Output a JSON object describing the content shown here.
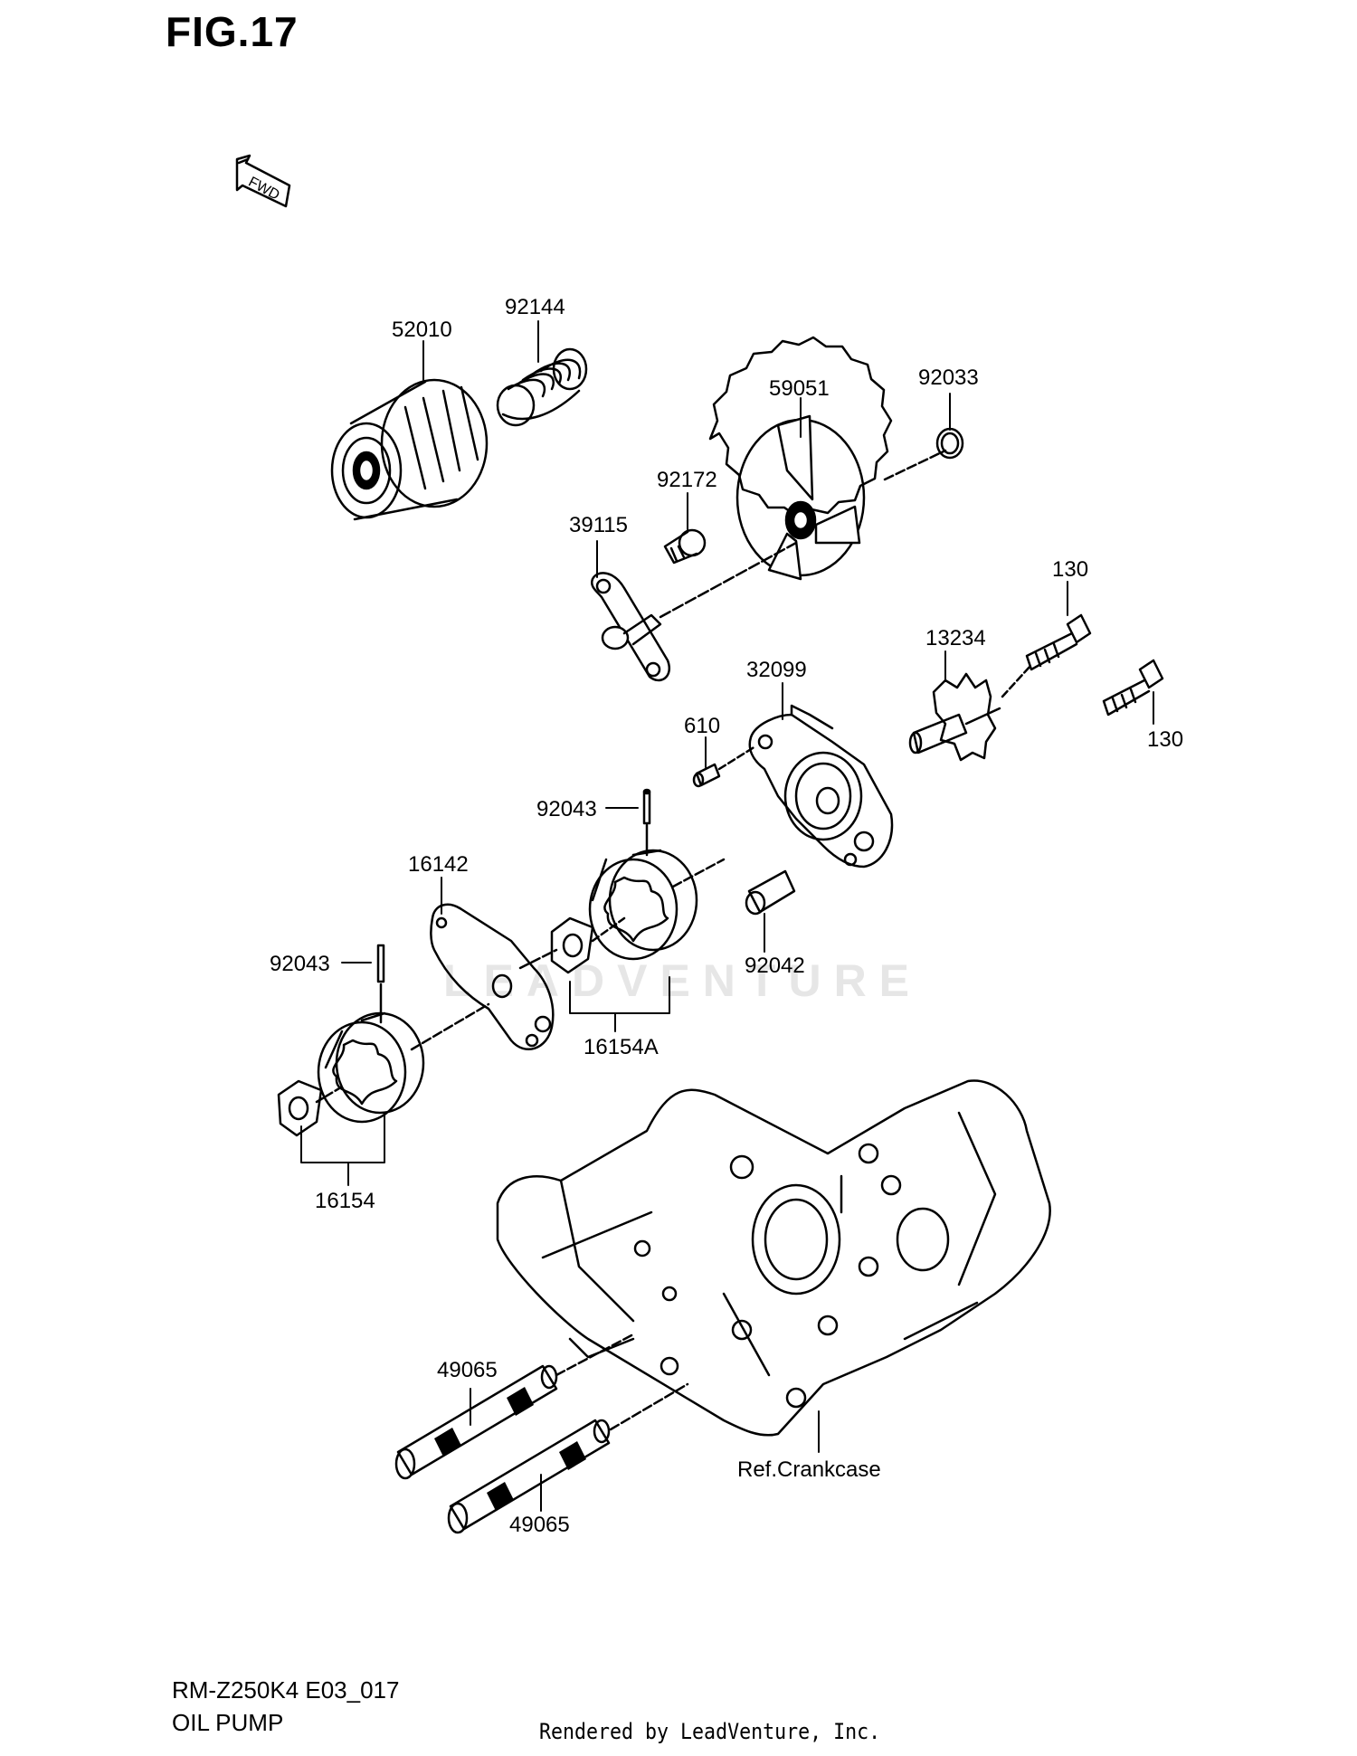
{
  "figure": {
    "title": "FIG.17",
    "model_code": "RM-Z250K4 E03_017",
    "section_name": "OIL PUMP",
    "rendered_by": "Rendered by LeadVenture, Inc.",
    "watermark": "LEADVENTURE",
    "fwd_label": "FWD"
  },
  "parts": [
    {
      "id": "p52010",
      "number": "52010"
    },
    {
      "id": "p92144",
      "number": "92144"
    },
    {
      "id": "p59051",
      "number": "59051"
    },
    {
      "id": "p92033",
      "number": "92033"
    },
    {
      "id": "p92172",
      "number": "92172"
    },
    {
      "id": "p39115",
      "number": "39115"
    },
    {
      "id": "p130a",
      "number": "130"
    },
    {
      "id": "p13234",
      "number": "13234"
    },
    {
      "id": "p32099",
      "number": "32099"
    },
    {
      "id": "p130b",
      "number": "130"
    },
    {
      "id": "p610",
      "number": "610"
    },
    {
      "id": "p92043a",
      "number": "92043"
    },
    {
      "id": "p16142",
      "number": "16142"
    },
    {
      "id": "p92043b",
      "number": "92043"
    },
    {
      "id": "p92042",
      "number": "92042"
    },
    {
      "id": "p16154A",
      "number": "16154A"
    },
    {
      "id": "p16154",
      "number": "16154"
    },
    {
      "id": "p49065a",
      "number": "49065"
    },
    {
      "id": "pcrank",
      "number": "Ref.Crankcase"
    },
    {
      "id": "p49065b",
      "number": "49065"
    }
  ]
}
